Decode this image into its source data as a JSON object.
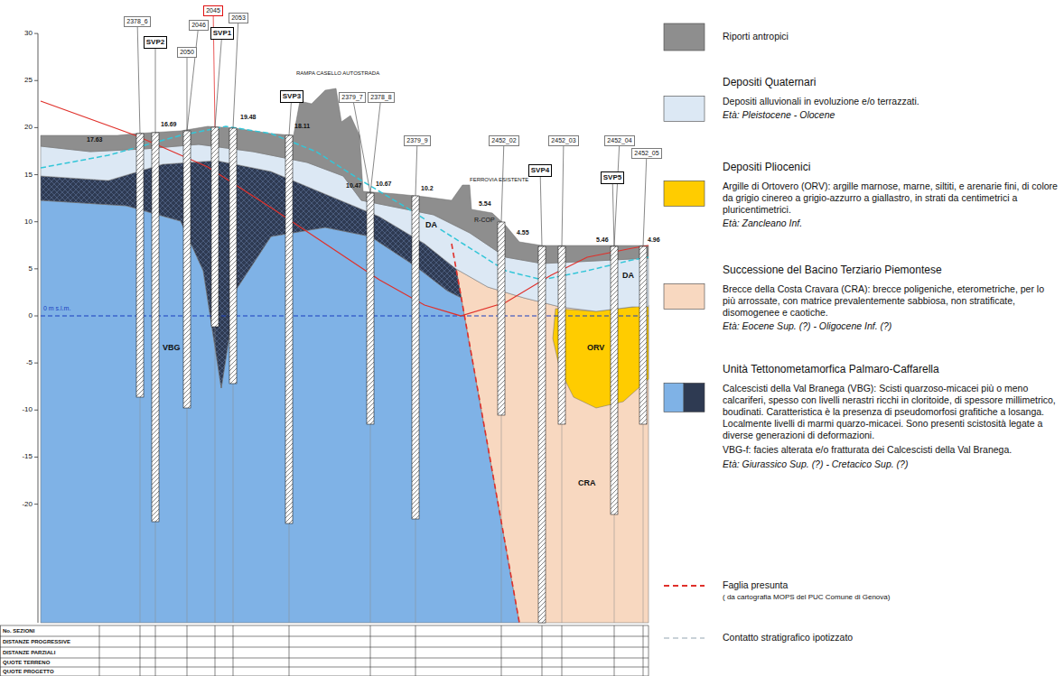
{
  "diagram": {
    "nodes": [
      {
        "text": [
          "2378_6"
        ]
      },
      {
        "text": [
          "SVP2"
        ]
      },
      {
        "text": [
          "2050"
        ]
      },
      {
        "text": [
          "2046"
        ]
      },
      {
        "text": [
          "2045"
        ]
      },
      {
        "text": [
          "SVP1"
        ]
      },
      {
        "text": [
          "2053"
        ]
      },
      {
        "text": [
          "SVP3"
        ]
      },
      {
        "text": [
          "2379_7"
        ]
      },
      {
        "text": [
          "2378_8"
        ]
      },
      {
        "text": [
          "2379_9"
        ]
      },
      {
        "text": [
          "2452_02"
        ]
      },
      {
        "text": [
          "SVP4"
        ]
      },
      {
        "text": [
          "2452_03"
        ]
      },
      {
        "text": [
          "SVP5"
        ]
      },
      {
        "text": [
          "2452_04"
        ]
      },
      {
        "text": [
          "2452_05"
        ]
      }
    ],
    "labels": [
      "30",
      "25",
      "20",
      "15",
      "10",
      "5",
      "0",
      "-5",
      "-10",
      "-15",
      "-20",
      "0 m s.l.m.",
      "RAMPA CASELLO AUTOSTRADA",
      "FERROVIA ESISTENTE",
      "R-COP",
      "17.63",
      "16.69",
      "19.48",
      "18.11",
      "10.47",
      "10.67",
      "10.2",
      "5.54",
      "4.55",
      "5.46",
      "4.96",
      "DA",
      "DA",
      "VBG",
      "ORV",
      "CRA",
      "No. SEZIONI",
      "DISTANZE PROGRESSIVE",
      "DISTANZE PARZIALI",
      "QUOTE TERRENO",
      "QUOTE PROGETTO",
      "Depositi Quaternari",
      "Età: Pleistocene - Olocene",
      "Depositi Pliocenici",
      "Età: Zancleano Inf.",
      "Successione del Bacino Terziario Piemontese",
      "Età: Eocene Sup. (?) - Oligocene Inf. (?)",
      "Unità Tettonometamorfica Palmaro-Caffarella",
      "Età: Giurassico Sup. (?) - Cretacico Sup. (?)",
      "( da cartografia MOPS del PUC Comune di Genova)"
    ],
    "legend": [
      {
        "text": "Riporti antropici",
        "color": "#8e8e8e"
      },
      {
        "text": "Depositi alluvionali in evoluzione e/o terrazzati.",
        "color": "#dce8f4"
      },
      {
        "text": "Argille di Ortovero (ORV): argille marnose, marne, siltiti, e arenarie fini, di colore da grigio cinereo a grigio-azzurro a giallastro, in strati da centimetrici a pluricentimetrici.",
        "color": "#ffcc00"
      },
      {
        "text": "Brecce della Costa Cravara (CRA): brecce poligeniche, eterometriche, per lo più arrossate, con matrice prevalentemente sabbiosa, non stratificate, disomogenee e caotiche.",
        "color": "#f8d8c0"
      },
      {
        "text": "Calcescisti della Val Branega (VBG): Scisti quarzoso-micacei più o meno calcariferi, spesso con livelli nerastri ricchi in cloritoide, di spessore millimetrico, boudinati. Caratteristica è la presenza di pseudomorfosi grafitiche a losanga. Localmente livelli di marmi quarzo-micacei. Sono presenti scistosità legate a diverse generazioni di deformazioni.",
        "color": "#7fb2e6"
      },
      {
        "text": "VBG-f: facies alterata e/o fratturata dei Calcescisti della Val Branega.",
        "color": "#2e3a52"
      },
      {
        "text": "Faglia presunta"
      },
      {
        "text": "Contatto stratigrafico ipotizzato"
      }
    ]
  }
}
